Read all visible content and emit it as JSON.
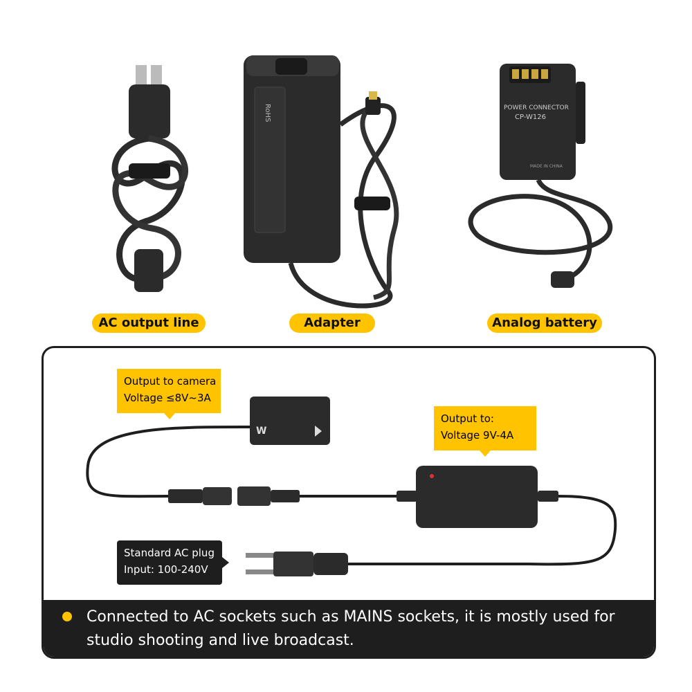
{
  "colors": {
    "accent": "#ffc300",
    "dark": "#1e1e1e",
    "product": "#2b2b2b"
  },
  "products": {
    "ac_line_label": "AC output line",
    "adapter_label": "Adapter",
    "battery_label": "Analog battery",
    "battery_text_1": "POWER CONNECTOR",
    "battery_text_2": "CP-W126",
    "battery_text_3": "MADE IN CHINA",
    "adapter_rohs": "RoHS"
  },
  "diagram": {
    "camera_callout": {
      "line1": "Output to camera",
      "line2": "Voltage ≤8V~3A"
    },
    "adapter_callout": {
      "line1": "Output to:",
      "line2": "Voltage 9V-4A"
    },
    "plug_callout": {
      "line1": "Standard AC plug",
      "line2": "Input: 100-240V"
    },
    "dummy_battery_mark": "W"
  },
  "footer": {
    "text": "Connected to AC sockets such as MAINS sockets, it is mostly used for studio shooting and live broadcast."
  }
}
